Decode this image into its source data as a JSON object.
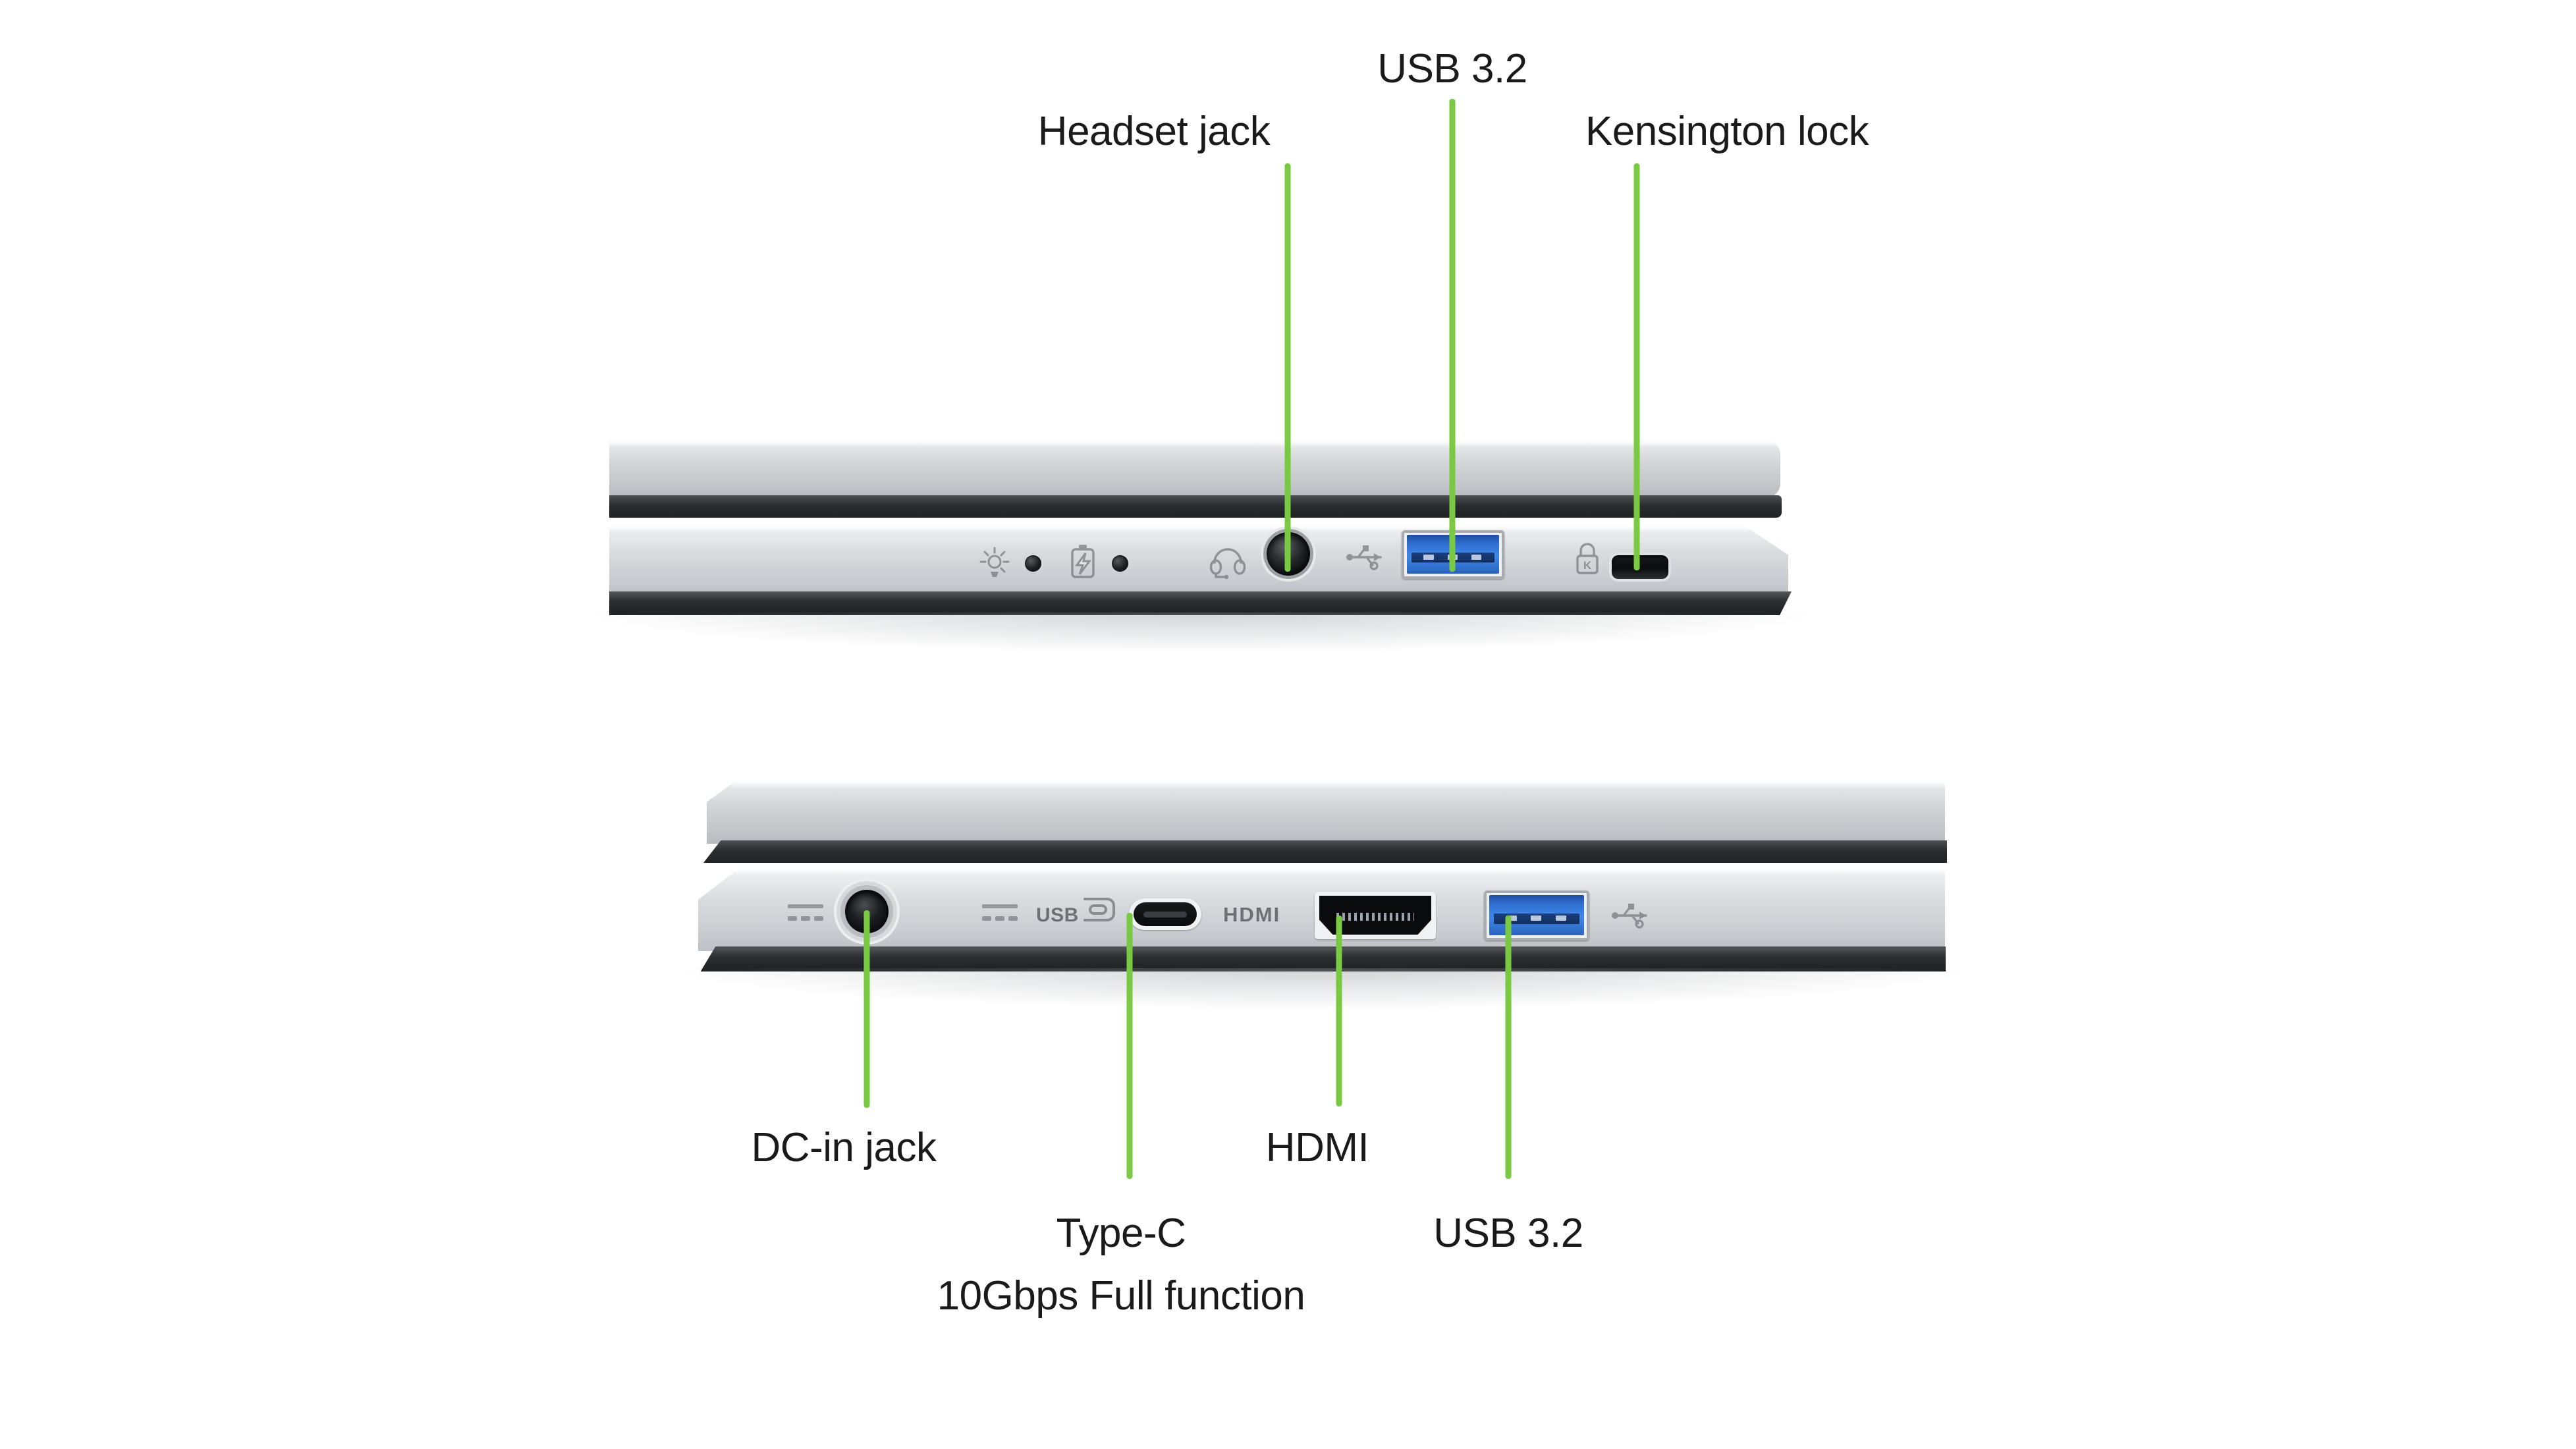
{
  "diagram": {
    "title": "Laptop port layout diagram",
    "accent_color": "#7ac943",
    "background_color": "#ffffff",
    "chassis_color": "#d2d5d8",
    "usb_port_color": "#2f6fd0"
  },
  "top_view": {
    "name": "right-side-view",
    "labels": [
      {
        "id": "headset-jack",
        "text": "Headset jack"
      },
      {
        "id": "usb-32-right",
        "text": "USB 3.2"
      },
      {
        "id": "kensington-lock",
        "text": "Kensington lock"
      }
    ],
    "indicators": [
      {
        "id": "power-led",
        "icon": "power-indicator-icon"
      },
      {
        "id": "battery-led",
        "icon": "battery-charging-icon"
      }
    ],
    "port_icons": [
      {
        "id": "headset-icon",
        "icon": "headset-icon"
      },
      {
        "id": "usb-trident",
        "icon": "usb-trident-icon"
      },
      {
        "id": "lock-icon",
        "icon": "kensington-lock-icon"
      }
    ]
  },
  "bottom_view": {
    "name": "left-side-view",
    "labels": [
      {
        "id": "dc-in-jack",
        "text": "DC-in jack"
      },
      {
        "id": "type-c",
        "text": "Type-C"
      },
      {
        "id": "type-c-sub",
        "text": "10Gbps Full function"
      },
      {
        "id": "hdmi",
        "text": "HDMI"
      },
      {
        "id": "usb-32-left",
        "text": "USB 3.2"
      }
    ],
    "silkscreen": [
      {
        "id": "usb-c-logo-text",
        "text": "USB"
      },
      {
        "id": "hdmi-logo-text",
        "text": "HDMI"
      }
    ],
    "port_icons": [
      {
        "id": "vent-left",
        "icon": "vent-grill-icon"
      },
      {
        "id": "vent-right",
        "icon": "vent-grill-icon"
      },
      {
        "id": "usb-c-logo",
        "icon": "usb-c-logo-icon"
      },
      {
        "id": "usb-trident",
        "icon": "usb-trident-icon"
      }
    ]
  }
}
